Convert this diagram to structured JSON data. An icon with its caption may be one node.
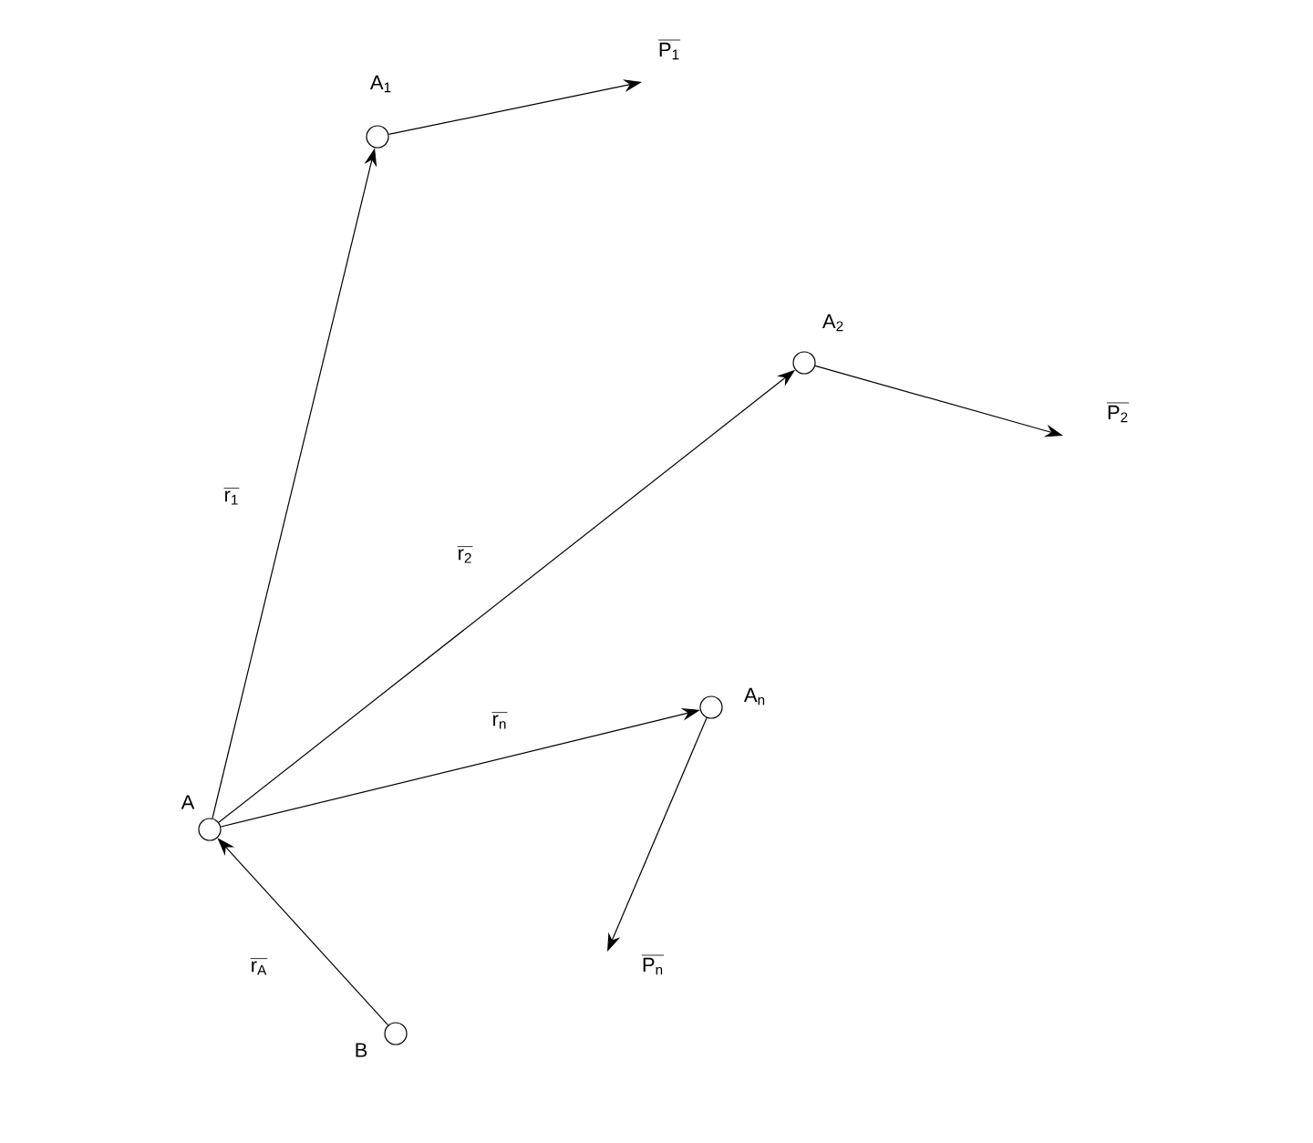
{
  "diagram": {
    "nodes": [
      {
        "text": [],
        "shape": "circle",
        "beside": [
          "A$_{1}$"
        ]
      },
      {
        "text": [],
        "shape": "circle",
        "beside": [
          "A$_{2}$"
        ]
      },
      {
        "text": [],
        "shape": "circle",
        "beside": [
          "A$_{n}$"
        ]
      },
      {
        "text": [],
        "shape": "circle",
        "beside": [
          "A"
        ]
      },
      {
        "text": [],
        "shape": "circle",
        "beside": [
          "B"
        ]
      }
    ],
    "edges": [
      {
        "from": 0,
        "to": null,
        "arrow": "to",
        "label": "P$_{1}$"
      },
      {
        "from": 1,
        "to": null,
        "arrow": "to",
        "label": "P$_{2}$"
      },
      {
        "from": 3,
        "to": 0,
        "arrow": "to",
        "label": "r$_{1}$"
      },
      {
        "from": 3,
        "to": 1,
        "arrow": "to",
        "label": "r$_{2}$"
      },
      {
        "from": 3,
        "to": 2,
        "arrow": "to",
        "label": "r$_{n}$"
      },
      {
        "from": 2,
        "to": null,
        "arrow": "to",
        "label": "P$_{n}$"
      },
      {
        "from": 4,
        "to": 3,
        "arrow": "to",
        "label": "r$_{A}$"
      }
    ]
  }
}
